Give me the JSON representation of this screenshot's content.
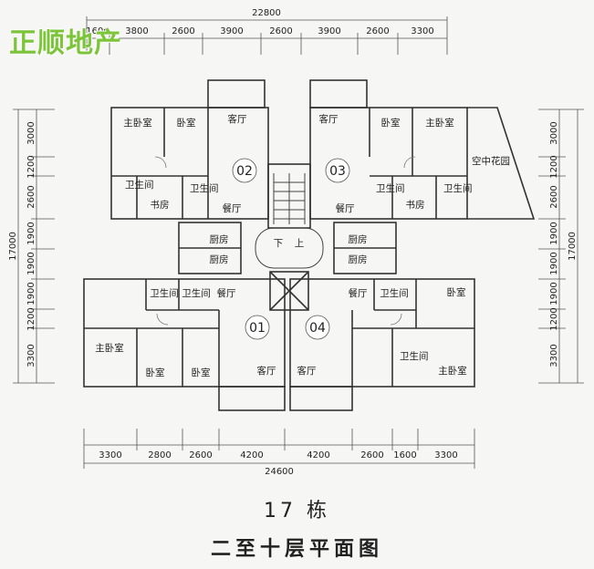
{
  "watermark": "正顺地产",
  "title": "17 栋",
  "subtitle": "二至十层平面图",
  "dimensions": {
    "top_total": "22800",
    "top_parts": [
      "1600",
      "3800",
      "2600",
      "3900",
      "2600",
      "3900",
      "2600",
      "3300"
    ],
    "bottom_total": "24600",
    "bottom_parts": [
      "3300",
      "2800",
      "2600",
      "4200",
      "4200",
      "2600",
      "1600",
      "3300"
    ],
    "left_total": "17000",
    "left_parts": [
      "3000",
      "1200",
      "2600",
      "1900",
      "1900",
      "1900",
      "1200",
      "3300"
    ],
    "right_total": "17000",
    "right_parts": [
      "3000",
      "1200",
      "2600",
      "1900",
      "1900",
      "1900",
      "1200",
      "3300"
    ]
  },
  "units": [
    "02",
    "03",
    "01",
    "04"
  ],
  "stair": {
    "down": "下",
    "up": "上"
  },
  "rooms": {
    "u02": {
      "master": "主卧室",
      "bedroom": "卧室",
      "living": "客厅",
      "bath1": "卫生间",
      "study": "书房",
      "bath2": "卫生间",
      "dining": "餐厅",
      "kitchen": "厨房"
    },
    "u03": {
      "living": "客厅",
      "bedroom": "卧室",
      "master": "主卧室",
      "garden": "空中花园",
      "bath1": "卫生间",
      "study": "书房",
      "bath2": "卫生间",
      "dining": "餐厅",
      "kitchen": "厨房"
    },
    "u01": {
      "kitchen": "厨房",
      "bath1": "卫生间",
      "bath2": "卫生间",
      "dining": "餐厅",
      "master": "主卧室",
      "bedroom1": "卧室",
      "bedroom2": "卧室",
      "living": "客厅"
    },
    "u04": {
      "kitchen": "厨房",
      "dining": "餐厅",
      "bath1": "卫生间",
      "bedroom": "卧室",
      "bath2": "卫生间",
      "master": "主卧室",
      "living": "客厅"
    }
  }
}
